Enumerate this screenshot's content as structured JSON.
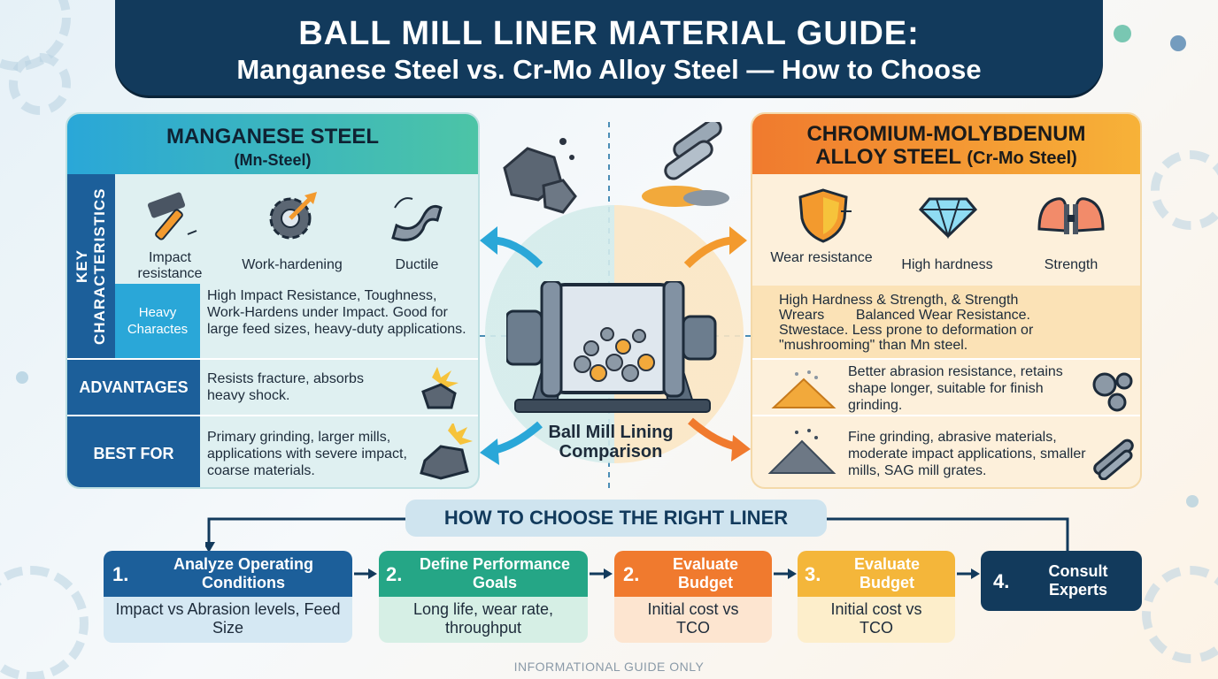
{
  "header": {
    "title": "BALL MILL LINER MATERIAL GUIDE:",
    "subtitle": "Manganese Steel vs. Cr-Mo Alloy Steel — How to Choose"
  },
  "manganese": {
    "title": "MANGANESE STEEL",
    "subtitle": "(Mn-Steel)",
    "key_tab": "KEY CHARACTERISTICS",
    "icons": [
      {
        "icon": "hammer-icon",
        "label": "Impact resistance"
      },
      {
        "icon": "gear-arrow-icon",
        "label": "Work-hardening"
      },
      {
        "icon": "bending-bar-icon",
        "label": "Ductile"
      }
    ],
    "heavy_tab": "Heavy Charactes",
    "characteristics": "High Impact Resistance, Toughness, Work-Hardens under Impact. Good for large feed sizes, heavy-duty applications.",
    "advantages_label": "ADVANTAGES",
    "advantages": "Resists fracture, absorbs heavy shock.",
    "best_for_label": "BEST FOR",
    "best_for": "Primary grinding, larger mills, applications with severe impact, coarse materials."
  },
  "crmo": {
    "title": "CHROMIUM-MOLYBDENUM",
    "title2": "ALLOY STEEL",
    "title2_small": "(Cr-Mo Steel)",
    "icons": [
      {
        "icon": "shield-icon",
        "label": "Wear resistance"
      },
      {
        "icon": "diamond-icon",
        "label": "High hardness"
      },
      {
        "icon": "muscle-icon",
        "label": "Strength"
      }
    ],
    "characteristics_lines": [
      "High Hardness & Strength, & Strength",
      "Wrears        Balanced Wear Resistance.",
      "Stwestace. Less prone to deformation or",
      "\"mushrooming\" than Mn steel."
    ],
    "advantages": "Better abrasion resistance, retains shape longer, suitable for finish grinding.",
    "best_for": "Fine grinding, abrasive materials, moderate impact applications, smaller mills, SAG mill grates."
  },
  "center": {
    "label": "Ball Mill Lining Comparison"
  },
  "choose": {
    "title": "HOW TO CHOOSE THE RIGHT LINER",
    "steps": [
      {
        "num": "1.",
        "title": "Analyze Operating Conditions",
        "body": "Impact vs Abrasion levels, Feed Size",
        "color": "#1c5f9a",
        "bg": "#d5e8f3"
      },
      {
        "num": "2.",
        "title": "Define Performance Goals",
        "body": "Long life, wear rate, throughput",
        "color": "#25a686",
        "bg": "#d6efe5"
      },
      {
        "num": "2.",
        "title": "Evaluate Budget",
        "body": "Initial cost vs TCO",
        "color": "#f07a2e",
        "bg": "#fde5d0"
      },
      {
        "num": "3.",
        "title": "Evaluate Budget",
        "body": "Initial cost vs TCO",
        "color": "#f4b63a",
        "bg": "#fdeecb"
      },
      {
        "num": "4.",
        "title": "Consult Experts",
        "body": "",
        "color": "#123a5c",
        "bg": "#123a5c"
      }
    ]
  },
  "footer": "INFORMATIONAL GUIDE ONLY",
  "colors": {
    "navy": "#123a5c",
    "blue": "#1c5f9a",
    "teal": "#25a686",
    "orange": "#f07a2e",
    "amber": "#f4b63a"
  }
}
